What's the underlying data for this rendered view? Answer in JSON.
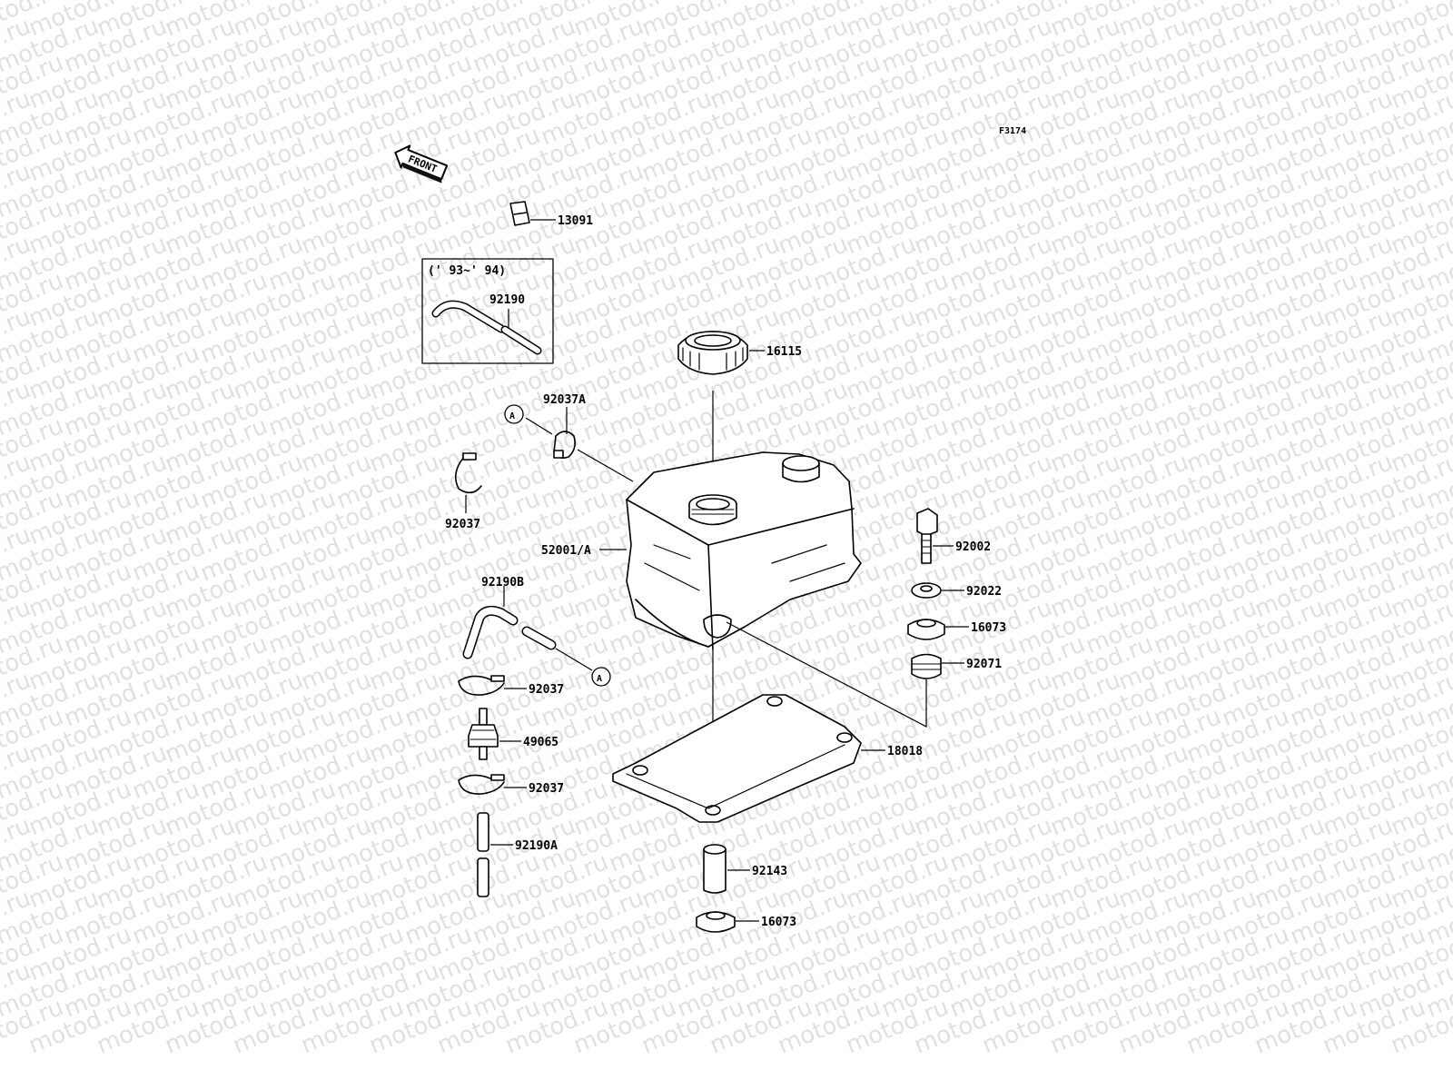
{
  "watermark": {
    "text": "motod.ru"
  },
  "diagram": {
    "figure_code": "F3174",
    "front_label": "FRONT",
    "inset_label": "(' 93~' 94)",
    "reference_letter": "A",
    "parts": {
      "p13091": "13091",
      "p92190": "92190",
      "p16115": "16115",
      "p92037A": "92037A",
      "p92037_top": "92037",
      "p52001A": "52001/A",
      "p92002": "92002",
      "p92022": "92022",
      "p16073_right": "16073",
      "p92071": "92071",
      "p92190B": "92190B",
      "p92037_mid": "92037",
      "p49065": "49065",
      "p92037_low": "92037",
      "p18018": "18018",
      "p92190A": "92190A",
      "p92143": "92143",
      "p16073_bottom": "16073"
    }
  },
  "colors": {
    "line": "#000000",
    "watermark": "#c8c8c8",
    "background": "#ffffff"
  }
}
